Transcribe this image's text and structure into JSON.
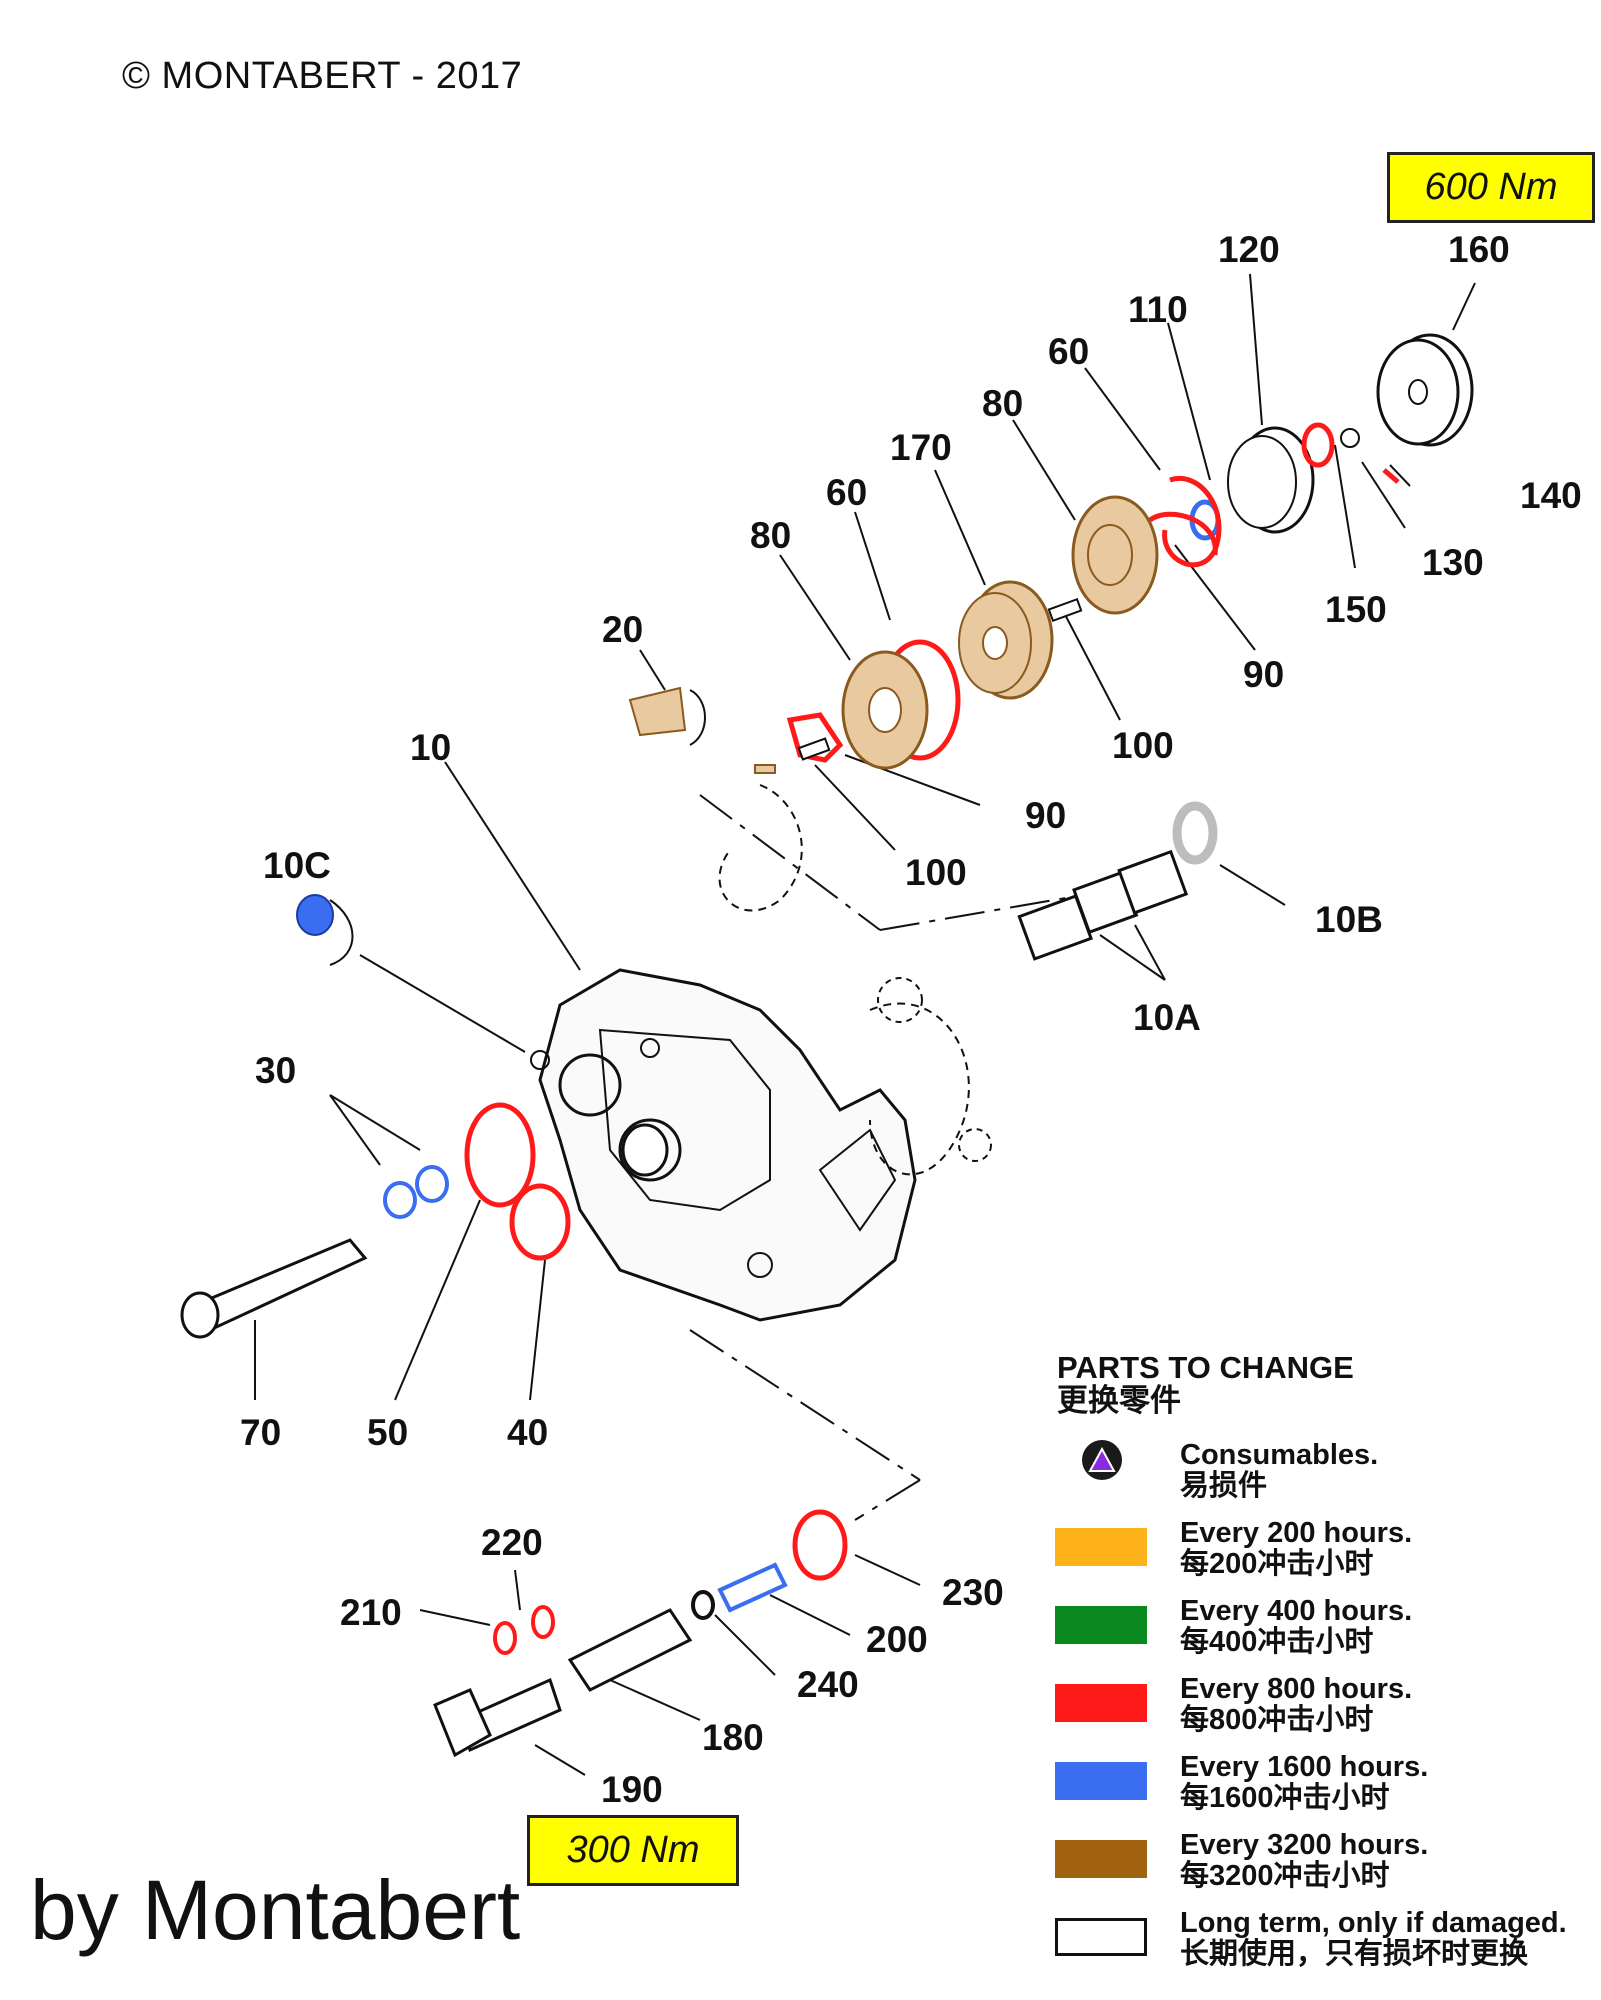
{
  "header": {
    "copyright": "© MONTABERT - 2017"
  },
  "footer": {
    "byline": "by Montabert"
  },
  "torque": {
    "top": "600 Nm",
    "bottom": "300 Nm"
  },
  "part_labels": {
    "p10": "10",
    "p10a": "10A",
    "p10b": "10B",
    "p10c": "10C",
    "p20": "20",
    "p30": "30",
    "p40": "40",
    "p50": "50",
    "p60a": "60",
    "p60b": "60",
    "p70": "70",
    "p80a": "80",
    "p80b": "80",
    "p90a": "90",
    "p90b": "90",
    "p100a": "100",
    "p100b": "100",
    "p110": "110",
    "p120": "120",
    "p130": "130",
    "p140": "140",
    "p150": "150",
    "p160": "160",
    "p170": "170",
    "p180": "180",
    "p190": "190",
    "p200": "200",
    "p210": "210",
    "p220": "220",
    "p230": "230",
    "p240": "240"
  },
  "legend": {
    "title_en": "PARTS TO CHANGE",
    "title_cn": "更换零件",
    "items": [
      {
        "en": "Consumables.",
        "cn": "易损件",
        "icon": "triangle-icon",
        "color": "#8a2be2"
      },
      {
        "en": "Every 200 hours.",
        "cn": "每200冲击小时",
        "color": "#ffb31a"
      },
      {
        "en": "Every 400 hours.",
        "cn": "每400冲击小时",
        "color": "#0a8a1e"
      },
      {
        "en": "Every 800 hours.",
        "cn": "每800冲击小时",
        "color": "#ff1a1a"
      },
      {
        "en": "Every 1600 hours.",
        "cn": "每1600冲击小时",
        "color": "#3a6df0"
      },
      {
        "en": "Every 3200 hours.",
        "cn": "每3200冲击小时",
        "color": "#a0620e"
      },
      {
        "en": "Long term, only if damaged.",
        "cn": "长期使用，只有损坏时更换",
        "color": "#ffffff"
      }
    ]
  },
  "colors": {
    "consumable": "#8a2be2",
    "h200": "#ffb31a",
    "h400": "#0a8a1e",
    "h800": "#ff1a1a",
    "h1600": "#3a6df0",
    "h3200": "#a0620e"
  }
}
